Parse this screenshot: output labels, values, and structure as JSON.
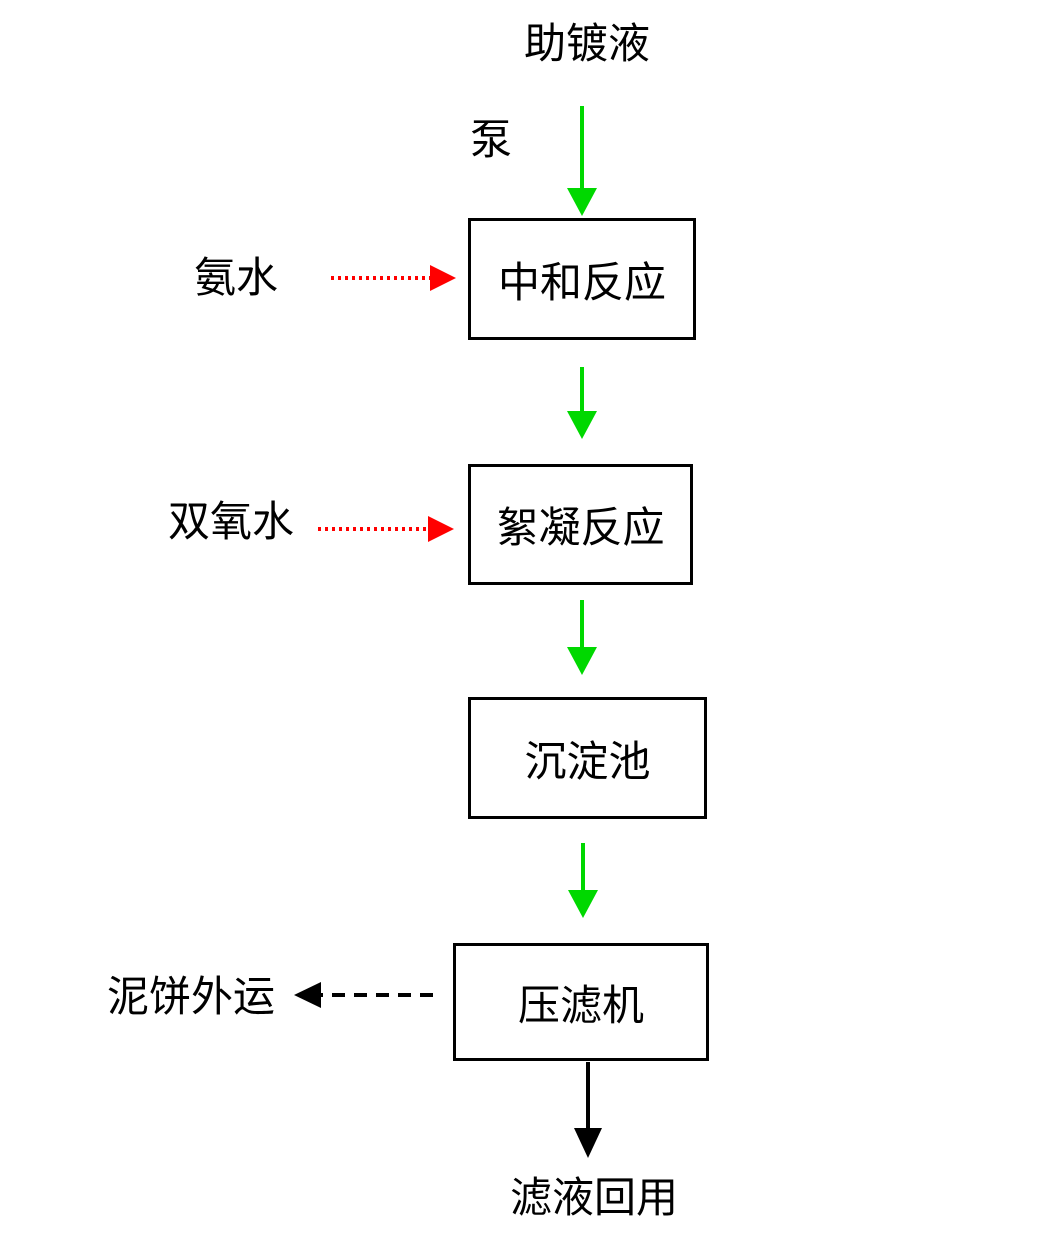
{
  "flow": {
    "source": {
      "label": "助镀液"
    },
    "pump": {
      "label": "泵"
    },
    "nodes": [
      {
        "label": "中和反应"
      },
      {
        "label": "絮凝反应"
      },
      {
        "label": "沉淀池"
      },
      {
        "label": "压滤机"
      }
    ],
    "dosing_inputs": [
      {
        "label": "氨水"
      },
      {
        "label": "双氧水"
      }
    ],
    "sludge_output": {
      "label": "泥饼外运"
    },
    "filtrate_output": {
      "label": "滤液回用"
    },
    "colors": {
      "process_arrow": "#00D800",
      "dosing_arrow": "#FF0000",
      "output_arrow": "#000000"
    }
  }
}
